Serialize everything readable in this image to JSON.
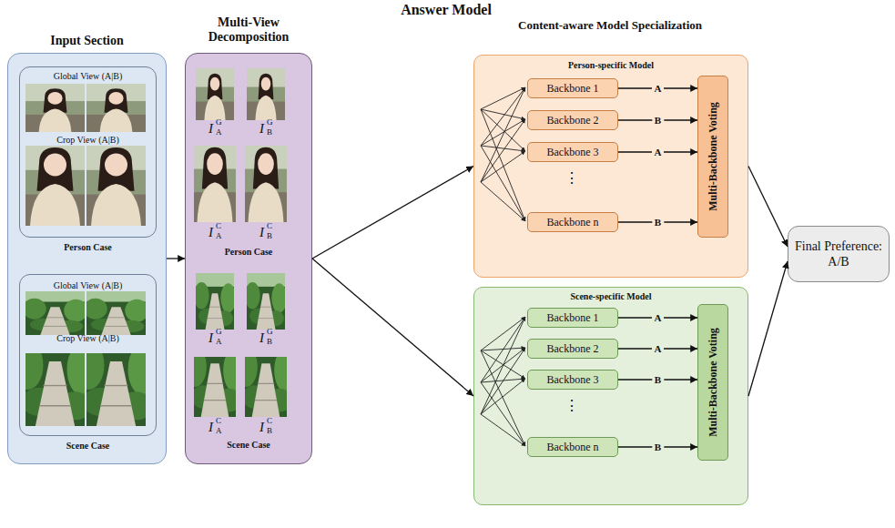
{
  "diagram": {
    "title": "Answer Model",
    "nodes": [
      {
        "text": [
          "Input Section"
        ]
      },
      {
        "text": [
          "Global View (A|B)",
          "Crop View (A|B)",
          "Person Case"
        ],
        "in": 0
      },
      {
        "text": [
          "Global View (A|B)",
          "Crop View (A|B)",
          "Scene Case"
        ],
        "in": 0
      },
      {
        "text": [
          "Multi-View Decomposition",
          "Person Case",
          "Scene Case"
        ]
      },
      {
        "text": [
          "Person-specific Model"
        ]
      },
      {
        "text": [
          "Backbone 1"
        ],
        "in": 4
      },
      {
        "text": [
          "Backbone 2"
        ],
        "in": 4
      },
      {
        "text": [
          "Backbone 3"
        ],
        "in": 4
      },
      {
        "text": [
          "Backbone n"
        ],
        "in": 4
      },
      {
        "text": [
          "Multi-Backbone Voting"
        ],
        "in": 4
      },
      {
        "text": [
          "Scene-specific Model"
        ]
      },
      {
        "text": [
          "Backbone 1"
        ],
        "in": 10
      },
      {
        "text": [
          "Backbone 2"
        ],
        "in": 10
      },
      {
        "text": [
          "Backbone 3"
        ],
        "in": 10
      },
      {
        "text": [
          "Backbone n"
        ],
        "in": 10
      },
      {
        "text": [
          "Multi-Backbone Voting"
        ],
        "in": 10
      },
      {
        "text": [
          "Final Preference: A/B"
        ]
      }
    ],
    "edges": [
      {
        "from": 0,
        "to": 3,
        "arrow": "to"
      },
      {
        "from": 3,
        "to": 4,
        "arrow": "to"
      },
      {
        "from": 3,
        "to": 10,
        "arrow": "to"
      },
      {
        "from": 5,
        "to": 9,
        "label": "A",
        "arrow": "to"
      },
      {
        "from": 6,
        "to": 9,
        "label": "B",
        "arrow": "to"
      },
      {
        "from": 7,
        "to": 9,
        "label": "A",
        "arrow": "to"
      },
      {
        "from": 8,
        "to": 9,
        "label": "B",
        "arrow": "to"
      },
      {
        "from": 11,
        "to": 15,
        "label": "A",
        "arrow": "to"
      },
      {
        "from": 12,
        "to": 15,
        "label": "A",
        "arrow": "to"
      },
      {
        "from": 13,
        "to": 15,
        "label": "B",
        "arrow": "to"
      },
      {
        "from": 14,
        "to": 15,
        "label": "B",
        "arrow": "to"
      },
      {
        "from": 4,
        "to": 16,
        "arrow": "to"
      },
      {
        "from": 10,
        "to": 16,
        "arrow": "to"
      }
    ],
    "labels": [
      "Content-aware Model Specialization",
      "⋮",
      "⋮",
      "I",
      "G",
      "A",
      "I",
      "G",
      "B",
      "I",
      "C",
      "A",
      "I",
      "C",
      "B",
      "I",
      "G",
      "A",
      "I",
      "G",
      "B",
      "I",
      "C",
      "A",
      "I",
      "C",
      "B"
    ]
  }
}
